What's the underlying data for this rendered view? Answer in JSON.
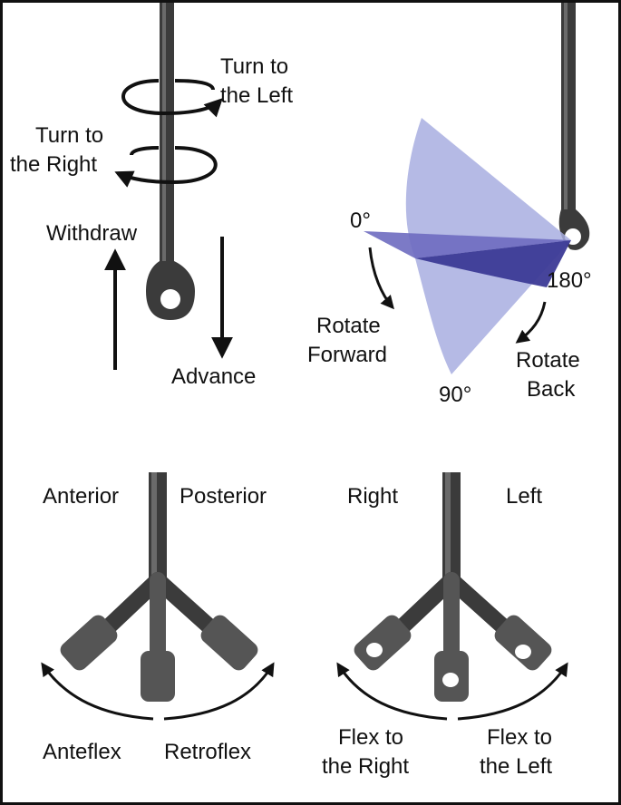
{
  "colors": {
    "probe": "#3b3b3b",
    "probe_light": "#6a6a6a",
    "sector_light": "#a8aee0",
    "sector_dark": "#3c3a96",
    "ink": "#111111",
    "background": "#ffffff"
  },
  "panels": {
    "shaft_motion": {
      "turn_left": [
        "Turn to",
        "the Left"
      ],
      "turn_right": [
        "Turn to",
        "the Right"
      ],
      "withdraw": "Withdraw",
      "advance": "Advance"
    },
    "multiplane": {
      "angle_0": "0°",
      "angle_90": "90°",
      "angle_180": "180°",
      "rotate_forward": [
        "Rotate",
        "Forward"
      ],
      "rotate_back": [
        "Rotate",
        "Back"
      ]
    },
    "ante_retro": {
      "anterior": "Anterior",
      "posterior": "Posterior",
      "anteflex": "Anteflex",
      "retroflex": "Retroflex"
    },
    "lateral_flex": {
      "right": "Right",
      "left": "Left",
      "flex_right": [
        "Flex to",
        "the Right"
      ],
      "flex_left": [
        "Flex to",
        "the Left"
      ]
    }
  }
}
